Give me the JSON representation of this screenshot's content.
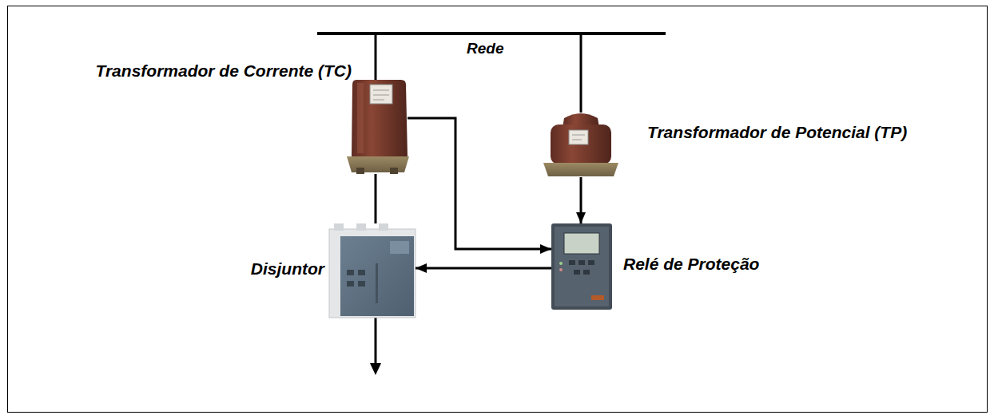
{
  "diagram": {
    "nodes": [
      {
        "text": [
          "Transformador de Corrente (TC)"
        ]
      },
      {
        "text": [
          "Transformador de Potencial (TP)"
        ]
      },
      {
        "text": [
          "Disjuntor"
        ]
      },
      {
        "text": [
          "Relé de Proteção"
        ]
      }
    ],
    "edges": [
      {
        "from": 0,
        "to": 3,
        "arrow": "to"
      },
      {
        "from": 1,
        "to": 3,
        "arrow": "to"
      },
      {
        "from": 3,
        "to": 2,
        "arrow": "to"
      },
      {
        "from": 0,
        "to": 2,
        "arrow": "none"
      }
    ],
    "labels": [
      "Rede"
    ]
  }
}
